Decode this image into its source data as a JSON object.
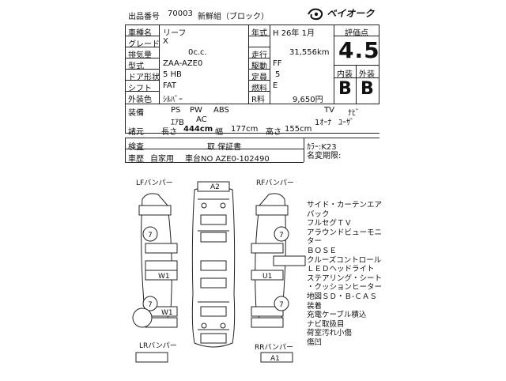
{
  "header": {
    "lot_label": "出品番号",
    "lot_number": "70003",
    "grade_label": "新鮮組（ブロック）",
    "brand": "ベイオーク"
  },
  "vehicle": {
    "name_label": "車種名",
    "name": "リーフ",
    "grade_label": "グレード",
    "grade": "X",
    "displacement_label": "排気量",
    "displacement": "0c.c.",
    "model_label": "型式",
    "model": "ZAA-AZE0",
    "doors_label": "ドア形状",
    "doors": "5 HB",
    "shift_label": "シフト",
    "shift": "FAT",
    "color_label": "外装色",
    "color": "ｼﾙﾊﾞｰ",
    "year_label": "年式",
    "year": "H 26年  1月",
    "mileage_label": "走行",
    "mileage": "31,556km",
    "drive_label": "駆動",
    "drive": "FF",
    "capacity_label": "定員",
    "capacity": "5",
    "fuel_label": "燃料",
    "fuel": "E",
    "r_label": "R料",
    "r_value": "9,650円"
  },
  "score": {
    "label": "評価点",
    "value": "4.5",
    "interior_label": "内装",
    "interior": "B",
    "exterior_label": "外装",
    "exterior": "B"
  },
  "equipment": {
    "label": "装備",
    "row1": [
      "PS",
      "PW",
      "ABS",
      "TV",
      "ﾅﾋﾞ"
    ],
    "row2": [
      "ｴｱB",
      "AC",
      "1ｵｰﾅ",
      "ﾕｰｻﾞ"
    ]
  },
  "dimensions": {
    "label": "諸元",
    "length_label": "長さ",
    "length": "444cm",
    "width_label": "幅",
    "width": "177cm",
    "height_label": "高さ",
    "height": "155cm"
  },
  "inspection": {
    "label": "検査",
    "value": "取 保証書",
    "history_label": "車歴",
    "history": "自家用",
    "chassis": "車台NO AZE0-102490"
  },
  "right_info": {
    "color_code": "ｶﾗｰ:K23",
    "name_change": "名変期限:"
  },
  "notes": [
    "サイド・カーテンエア",
    "バック",
    "フルセグＴＶ",
    "アラウンドビューモニ",
    "ター",
    "ＢＯＳＥ",
    "クルーズコントロール",
    "ＬＥＤヘッドライト",
    "ステアリング・シート",
    "・クッションヒーター",
    "地図ＳＤ・Ｂ-ＣＡＳ",
    "装着",
    "充電ケーブル積込",
    "ナビ取扱目",
    "荷室汚れ小傷",
    "傷凹"
  ],
  "diagram": {
    "lf_label": "LFバンパー",
    "rf_label": "RFバンパー",
    "lr_label": "LRバンパー",
    "rr_label": "RRバンパー",
    "front_mark": "A2",
    "rear_mark": "A1",
    "left_front_door": "W1",
    "left_rear_door": "W1",
    "right_front_door": "U1",
    "wheel_fl": "7",
    "wheel_fr": "7",
    "wheel_rl": "7",
    "wheel_rr": "7"
  }
}
